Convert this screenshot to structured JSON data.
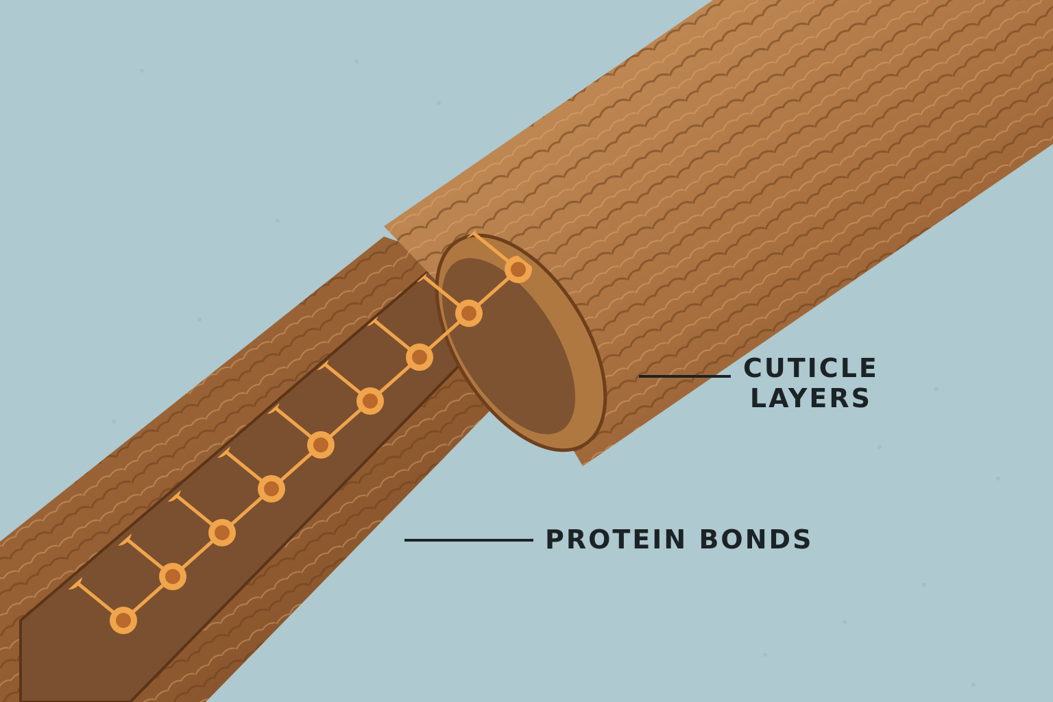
{
  "diagram": {
    "subject": "hair strand cross-section with peeled cuticle",
    "colors": {
      "background": "#aec9cf",
      "cuticle_light": "#c8935d",
      "cuticle_dark": "#8a552b",
      "cortex": "#7e5331",
      "bond_ring": "#f0a54c",
      "bond_core": "#b9692b",
      "leader_line": "#1b2326",
      "label_text": "#1b2326"
    },
    "labels": {
      "cuticle_line1": "CUTICLE",
      "cuticle_line2": "LAYERS",
      "protein": "PROTEIN BONDS"
    }
  }
}
